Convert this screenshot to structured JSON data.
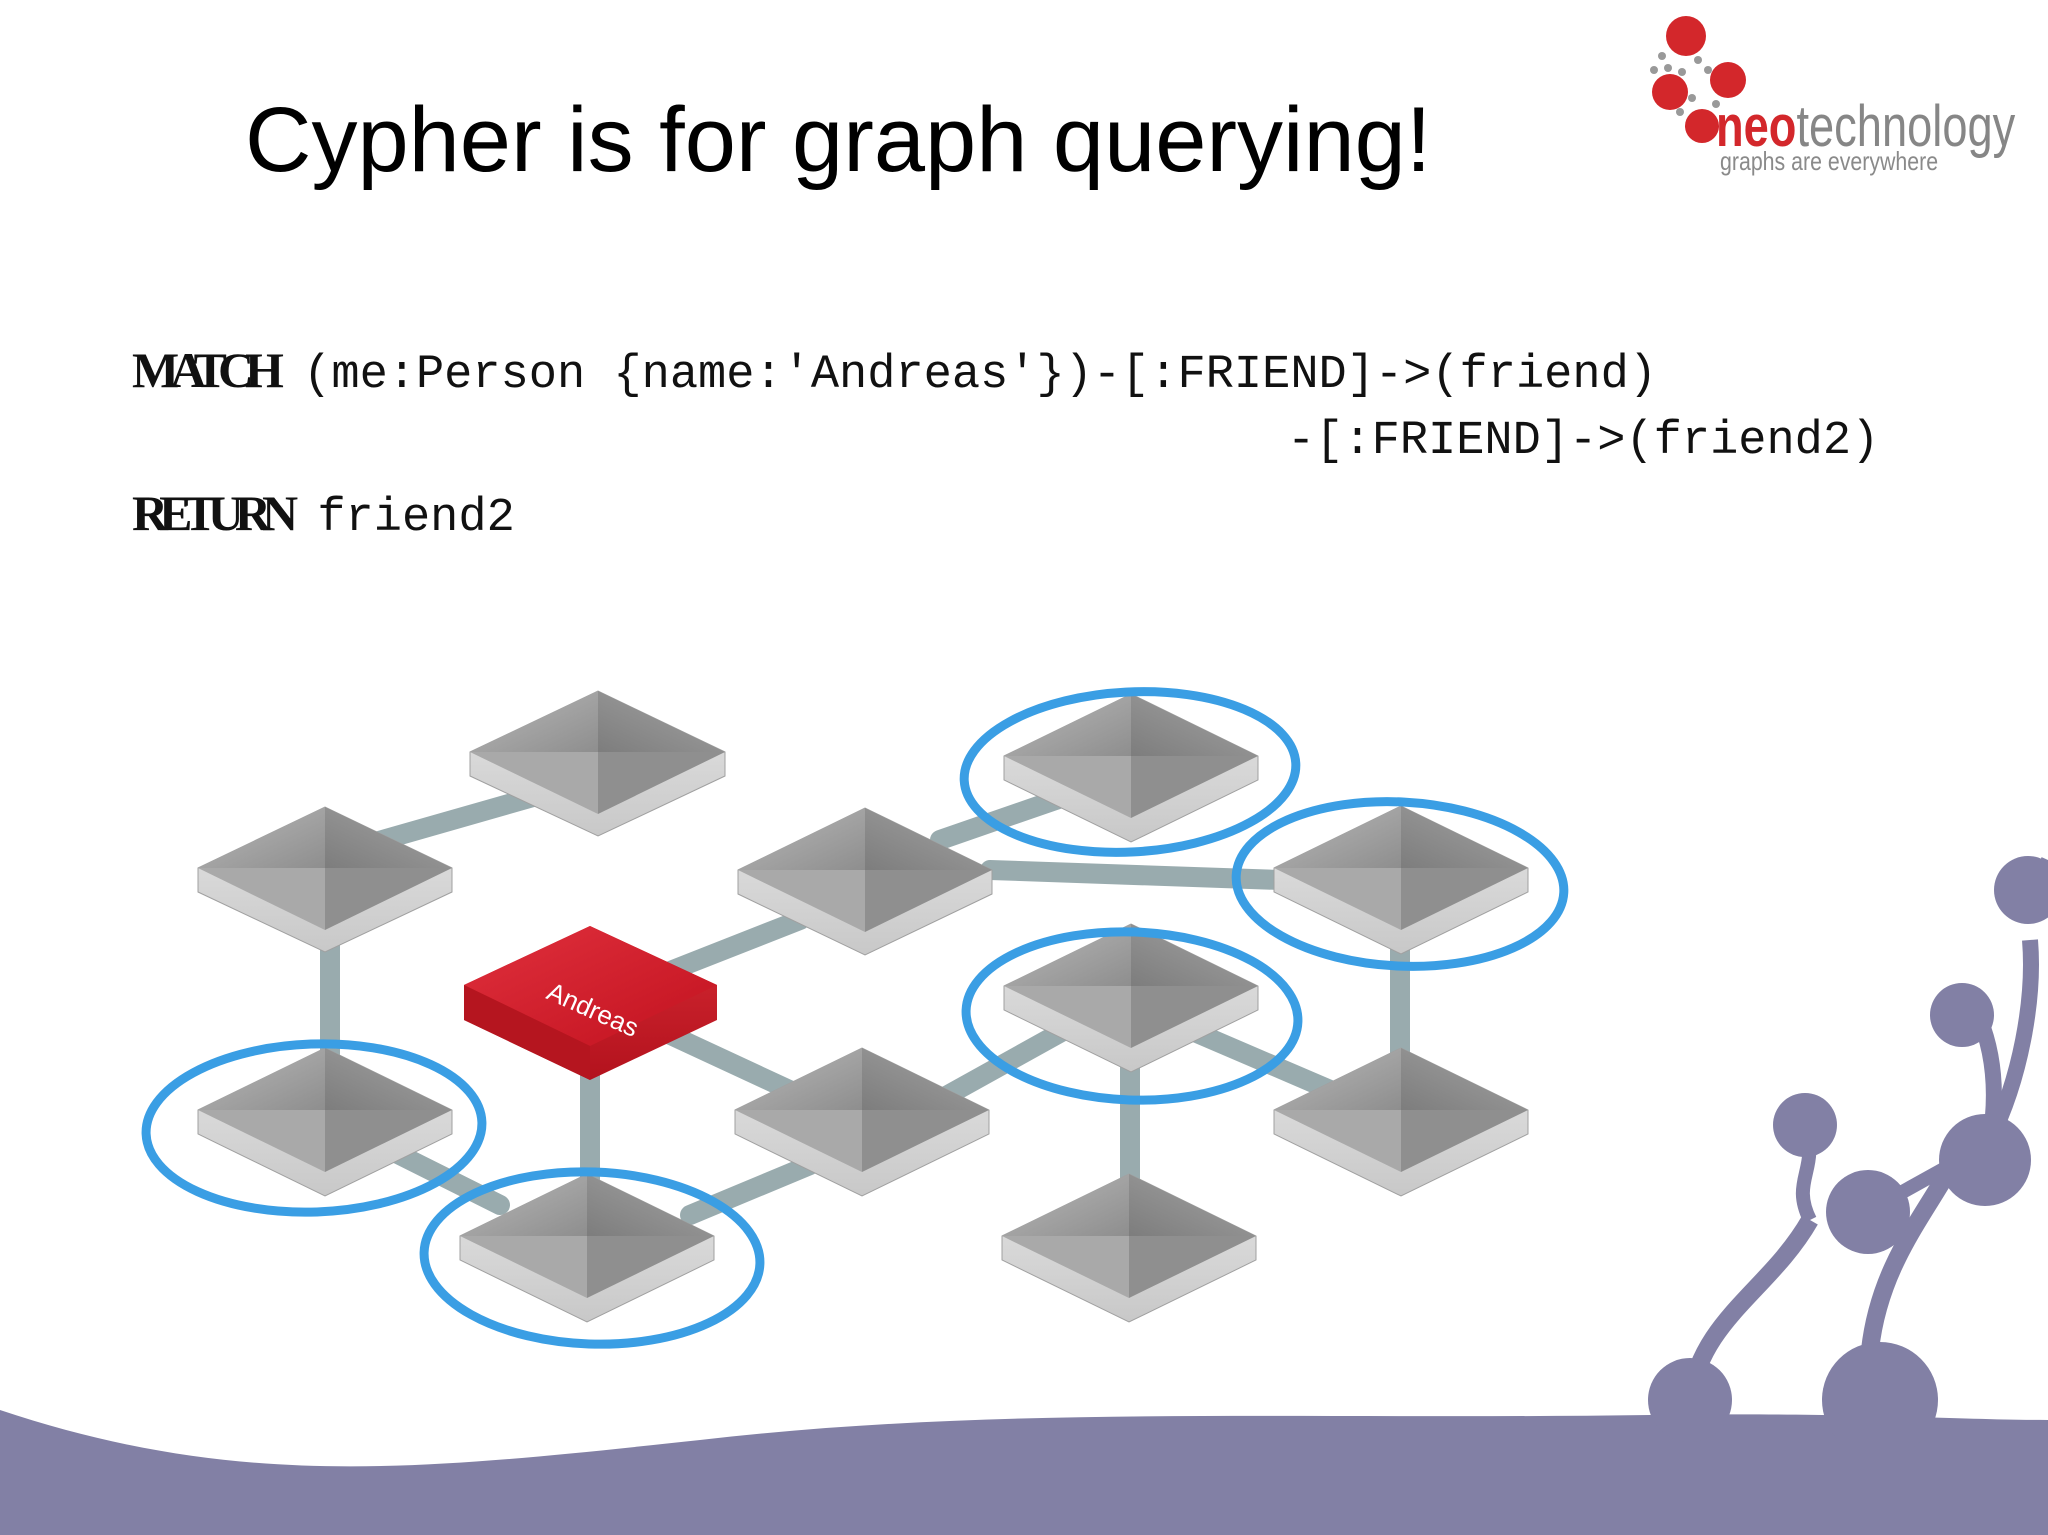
{
  "slide": {
    "title": "Cypher is for graph querying!"
  },
  "logo": {
    "brand_neo": "neo",
    "brand_tech": "technology",
    "tagline": "graphs are everywhere"
  },
  "query": {
    "line1": {
      "keyword": "MATCH",
      "text": " (me:Person {name:'Andreas'})-[:FRIEND]->(friend)"
    },
    "line2": {
      "keyword": "",
      "text": "-[:FRIEND]->(friend2)"
    },
    "line3": {
      "keyword": "RETURN",
      "text": " friend2"
    }
  },
  "graph": {
    "highlighted_node_label": "Andreas",
    "colors": {
      "highlight_node": "#d0202e",
      "node": "#9c9c9c",
      "edge": "#8fa3a6",
      "circle": "#3a9ee4",
      "decoration": "#8280a5"
    }
  }
}
